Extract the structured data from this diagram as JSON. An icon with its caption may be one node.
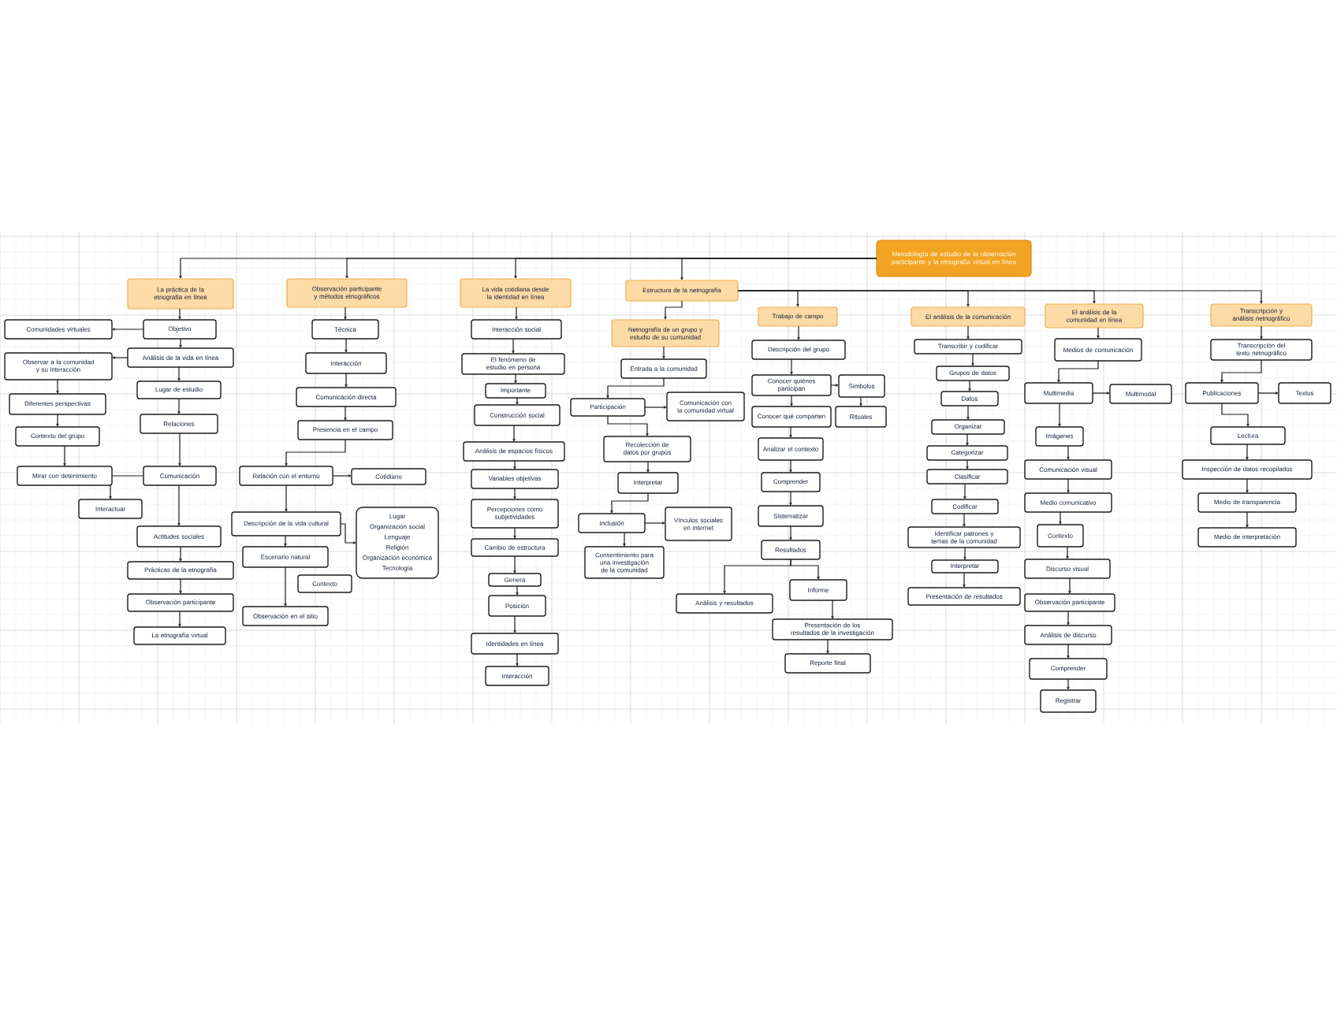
{
  "diagram": {
    "nodes": [
      {
        "text": [
          "Metodología de estudio de la observación participante y la etnografía virtual en línea"
        ]
      },
      {
        "text": [
          "La práctica de la etnografía en línea"
        ]
      },
      {
        "text": [
          "Objetivo"
        ]
      },
      {
        "text": [
          "Comunidades virtuales"
        ]
      },
      {
        "text": [
          "Análisis de la vida en línea"
        ]
      },
      {
        "text": [
          "Observar a la comunidad y su interacción"
        ]
      },
      {
        "text": [
          "Diferentes perspectivas"
        ]
      },
      {
        "text": [
          "Contexto del grupo"
        ]
      },
      {
        "text": [
          "Mirar con detenimiento"
        ]
      },
      {
        "text": [
          "Interactuar"
        ]
      },
      {
        "text": [
          "Lugar de estudio"
        ]
      },
      {
        "text": [
          "Relaciones"
        ]
      },
      {
        "text": [
          "Comunicación"
        ]
      },
      {
        "text": [
          "Actitudes sociales"
        ]
      },
      {
        "text": [
          "Prácticas de la etnografía"
        ]
      },
      {
        "text": [
          "Observación participante"
        ]
      },
      {
        "text": [
          "La etnografía virtual"
        ]
      },
      {
        "text": [
          "Observación participante y métodos etnográficos"
        ]
      },
      {
        "text": [
          "Técnica"
        ]
      },
      {
        "text": [
          "Interacción"
        ]
      },
      {
        "text": [
          "Comunicación directa"
        ]
      },
      {
        "text": [
          "Presencia en el campo"
        ]
      },
      {
        "text": [
          "Relación con el entorno"
        ]
      },
      {
        "text": [
          "Cotidiano"
        ]
      },
      {
        "text": [
          "Descripción de la vida cultural"
        ]
      },
      {
        "text": [
          "Lugar",
          "Organización social",
          "Lenguaje",
          "Religión",
          "Organización económica",
          "Tecnología"
        ]
      },
      {
        "text": [
          "Escenario natural"
        ]
      },
      {
        "text": [
          "Contexto"
        ]
      },
      {
        "text": [
          "Observación en el sitio"
        ]
      },
      {
        "text": [
          "La vida cotidiana desde la identidad en línea"
        ]
      },
      {
        "text": [
          "Interacción social"
        ]
      },
      {
        "text": [
          "El fenómeno de estudio en persona"
        ]
      },
      {
        "text": [
          "Importante"
        ]
      },
      {
        "text": [
          "Construcción social"
        ]
      },
      {
        "text": [
          "Análisis de espacios físicos"
        ]
      },
      {
        "text": [
          "Variables objetivas"
        ]
      },
      {
        "text": [
          "Percepciones como subjetividades"
        ]
      },
      {
        "text": [
          "Cambio de estructura"
        ]
      },
      {
        "text": [
          "Genera"
        ]
      },
      {
        "text": [
          "Posición"
        ]
      },
      {
        "text": [
          "Identidades en línea"
        ]
      },
      {
        "text": [
          "Interacción"
        ]
      },
      {
        "text": [
          "Estructura de la netnografía"
        ]
      },
      {
        "text": [
          "Netnografía de un grupo y estudio de su comunidad"
        ]
      },
      {
        "text": [
          "Entrada a la comunidad"
        ]
      },
      {
        "text": [
          "Participación"
        ]
      },
      {
        "text": [
          "Comunicación con la comunidad virtual"
        ]
      },
      {
        "text": [
          "Recolección de datos por grupos"
        ]
      },
      {
        "text": [
          "Interpretar"
        ]
      },
      {
        "text": [
          "Inclusión"
        ]
      },
      {
        "text": [
          "Vínculos sociales en internet"
        ]
      },
      {
        "text": [
          "Consentimiento para una investigación de la comunidad"
        ]
      },
      {
        "text": [
          "Trabajo de campo"
        ]
      },
      {
        "text": [
          "Descripción del grupo"
        ]
      },
      {
        "text": [
          "Conocer quiénes participan"
        ]
      },
      {
        "text": [
          "Símbolos"
        ]
      },
      {
        "text": [
          "Conocer qué comparten"
        ]
      },
      {
        "text": [
          "Rituales"
        ]
      },
      {
        "text": [
          "Analizar el contexto"
        ]
      },
      {
        "text": [
          "Comprender"
        ]
      },
      {
        "text": [
          "Sistematizar"
        ]
      },
      {
        "text": [
          "Resultados"
        ]
      },
      {
        "text": [
          "Análisis y resultados"
        ]
      },
      {
        "text": [
          "Informe"
        ]
      },
      {
        "text": [
          "Presentación de los resultados de la investigación"
        ]
      },
      {
        "text": [
          "Reporte final"
        ]
      },
      {
        "text": [
          "El análisis de la comunicación"
        ]
      },
      {
        "text": [
          "Transcribir y codificar"
        ]
      },
      {
        "text": [
          "Grupos de datos"
        ]
      },
      {
        "text": [
          "Datos"
        ]
      },
      {
        "text": [
          "Organizar"
        ]
      },
      {
        "text": [
          "Categorizar"
        ]
      },
      {
        "text": [
          "Clasificar"
        ]
      },
      {
        "text": [
          "Codificar"
        ]
      },
      {
        "text": [
          "Identificar patrones y temas de la comunidad"
        ]
      },
      {
        "text": [
          "Interpretar"
        ]
      },
      {
        "text": [
          "Presentación de resultados"
        ]
      },
      {
        "text": [
          "El análisis de la comunidad en línea"
        ]
      },
      {
        "text": [
          "Medios de comunicación"
        ]
      },
      {
        "text": [
          "Multimedia"
        ]
      },
      {
        "text": [
          "Multimodal"
        ]
      },
      {
        "text": [
          "Imágenes"
        ]
      },
      {
        "text": [
          "Comunicación visual"
        ]
      },
      {
        "text": [
          "Medio comunicativo"
        ]
      },
      {
        "text": [
          "Contexto"
        ]
      },
      {
        "text": [
          "Discurso visual"
        ]
      },
      {
        "text": [
          "Observación participante"
        ]
      },
      {
        "text": [
          "Análisis de discurso"
        ]
      },
      {
        "text": [
          "Comprender"
        ]
      },
      {
        "text": [
          "Registrar"
        ]
      },
      {
        "text": [
          "Transcripción y análisis netnográfico"
        ]
      },
      {
        "text": [
          "Transcripción del texto netnográfico"
        ]
      },
      {
        "text": [
          "Publicaciones"
        ]
      },
      {
        "text": [
          "Textos"
        ]
      },
      {
        "text": [
          "Lectura"
        ]
      },
      {
        "text": [
          "Inspección de datos recopilados"
        ]
      },
      {
        "text": [
          "Medio de transparencia"
        ]
      },
      {
        "text": [
          "Medio de interpretación"
        ]
      }
    ],
    "edges": [
      {
        "from": 0,
        "to": 1,
        "arrow": "to"
      },
      {
        "from": 0,
        "to": 17,
        "arrow": "to"
      },
      {
        "from": 0,
        "to": 29,
        "arrow": "to"
      },
      {
        "from": 0,
        "to": 42,
        "arrow": "to"
      },
      {
        "from": 1,
        "to": 2,
        "arrow": "to"
      },
      {
        "from": 2,
        "to": 3,
        "arrow": "to"
      },
      {
        "from": 2,
        "to": 4,
        "arrow": "to"
      },
      {
        "from": 4,
        "to": 5,
        "arrow": "to"
      },
      {
        "from": 5,
        "to": 6,
        "arrow": "to"
      },
      {
        "from": 6,
        "to": 7,
        "arrow": "to"
      },
      {
        "from": 7,
        "to": 8,
        "arrow": "to"
      },
      {
        "from": 8,
        "to": 9,
        "arrow": "to"
      },
      {
        "from": 4,
        "to": 10,
        "arrow": "to"
      },
      {
        "from": 10,
        "to": 11,
        "arrow": "to"
      },
      {
        "from": 11,
        "to": 12,
        "arrow": "to"
      },
      {
        "from": 12,
        "to": 8,
        "arrow": "none"
      },
      {
        "from": 12,
        "to": 13,
        "arrow": "to"
      },
      {
        "from": 13,
        "to": 14,
        "arrow": "to"
      },
      {
        "from": 14,
        "to": 15,
        "arrow": "to"
      },
      {
        "from": 15,
        "to": 16,
        "arrow": "to"
      },
      {
        "from": 17,
        "to": 18,
        "arrow": "to"
      },
      {
        "from": 18,
        "to": 19,
        "arrow": "to"
      },
      {
        "from": 19,
        "to": 20,
        "arrow": "to"
      },
      {
        "from": 20,
        "to": 21,
        "arrow": "to"
      },
      {
        "from": 21,
        "to": 22,
        "arrow": "to"
      },
      {
        "from": 22,
        "to": 23,
        "arrow": "to"
      },
      {
        "from": 22,
        "to": 24,
        "arrow": "to"
      },
      {
        "from": 24,
        "to": 25,
        "arrow": "to"
      },
      {
        "from": 24,
        "to": 26,
        "arrow": "to"
      },
      {
        "from": 26,
        "to": 28,
        "arrow": "to"
      },
      {
        "from": 29,
        "to": 30,
        "arrow": "to"
      },
      {
        "from": 30,
        "to": 31,
        "arrow": "to"
      },
      {
        "from": 31,
        "to": 32,
        "arrow": "to"
      },
      {
        "from": 32,
        "to": 33,
        "arrow": "to"
      },
      {
        "from": 33,
        "to": 34,
        "arrow": "to"
      },
      {
        "from": 34,
        "to": 35,
        "arrow": "to"
      },
      {
        "from": 35,
        "to": 36,
        "arrow": "to"
      },
      {
        "from": 36,
        "to": 37,
        "arrow": "to"
      },
      {
        "from": 37,
        "to": 38,
        "arrow": "to"
      },
      {
        "from": 38,
        "to": 39,
        "arrow": "to"
      },
      {
        "from": 39,
        "to": 40,
        "arrow": "to"
      },
      {
        "from": 40,
        "to": 41,
        "arrow": "to"
      },
      {
        "from": 42,
        "to": 43,
        "arrow": "to"
      },
      {
        "from": 43,
        "to": 44,
        "arrow": "to"
      },
      {
        "from": 44,
        "to": 45,
        "arrow": "to"
      },
      {
        "from": 45,
        "to": 46,
        "arrow": "to"
      },
      {
        "from": 45,
        "to": 47,
        "arrow": "to"
      },
      {
        "from": 47,
        "to": 48,
        "arrow": "to"
      },
      {
        "from": 48,
        "to": 49,
        "arrow": "to"
      },
      {
        "from": 49,
        "to": 50,
        "arrow": "to"
      },
      {
        "from": 49,
        "to": 51,
        "arrow": "to"
      },
      {
        "from": 42,
        "to": 52,
        "arrow": "to"
      },
      {
        "from": 42,
        "to": 66,
        "arrow": "to"
      },
      {
        "from": 42,
        "to": 77,
        "arrow": "to"
      },
      {
        "from": 42,
        "to": 90,
        "arrow": "to"
      },
      {
        "from": 52,
        "to": 53,
        "arrow": "to"
      },
      {
        "from": 53,
        "to": 54,
        "arrow": "to"
      },
      {
        "from": 54,
        "to": 55,
        "arrow": "to"
      },
      {
        "from": 55,
        "to": 57,
        "arrow": "to"
      },
      {
        "from": 54,
        "to": 56,
        "arrow": "to"
      },
      {
        "from": 56,
        "to": 58,
        "arrow": "to"
      },
      {
        "from": 58,
        "to": 59,
        "arrow": "to"
      },
      {
        "from": 59,
        "to": 60,
        "arrow": "to"
      },
      {
        "from": 60,
        "to": 61,
        "arrow": "to"
      },
      {
        "from": 61,
        "to": 62,
        "arrow": "to"
      },
      {
        "from": 61,
        "to": 63,
        "arrow": "to"
      },
      {
        "from": 63,
        "to": 64,
        "arrow": "to"
      },
      {
        "from": 64,
        "to": 65,
        "arrow": "to"
      },
      {
        "from": 66,
        "to": 67,
        "arrow": "to"
      },
      {
        "from": 67,
        "to": 68,
        "arrow": "to"
      },
      {
        "from": 68,
        "to": 69,
        "arrow": "to"
      },
      {
        "from": 69,
        "to": 70,
        "arrow": "to"
      },
      {
        "from": 70,
        "to": 71,
        "arrow": "to"
      },
      {
        "from": 71,
        "to": 72,
        "arrow": "to"
      },
      {
        "from": 72,
        "to": 73,
        "arrow": "to"
      },
      {
        "from": 73,
        "to": 74,
        "arrow": "to"
      },
      {
        "from": 74,
        "to": 75,
        "arrow": "to"
      },
      {
        "from": 75,
        "to": 76,
        "arrow": "to"
      },
      {
        "from": 77,
        "to": 78,
        "arrow": "to"
      },
      {
        "from": 78,
        "to": 79,
        "arrow": "to"
      },
      {
        "from": 79,
        "to": 80,
        "arrow": "to"
      },
      {
        "from": 79,
        "to": 81,
        "arrow": "to"
      },
      {
        "from": 81,
        "to": 82,
        "arrow": "to"
      },
      {
        "from": 82,
        "to": 83,
        "arrow": "to"
      },
      {
        "from": 83,
        "to": 84,
        "arrow": "to"
      },
      {
        "from": 84,
        "to": 85,
        "arrow": "to"
      },
      {
        "from": 85,
        "to": 86,
        "arrow": "to"
      },
      {
        "from": 86,
        "to": 87,
        "arrow": "to"
      },
      {
        "from": 87,
        "to": 88,
        "arrow": "to"
      },
      {
        "from": 88,
        "to": 89,
        "arrow": "to"
      },
      {
        "from": 90,
        "to": 91,
        "arrow": "to"
      },
      {
        "from": 91,
        "to": 92,
        "arrow": "to"
      },
      {
        "from": 92,
        "to": 93,
        "arrow": "to"
      },
      {
        "from": 92,
        "to": 94,
        "arrow": "to"
      },
      {
        "from": 94,
        "to": 95,
        "arrow": "to"
      },
      {
        "from": 95,
        "to": 96,
        "arrow": "to"
      },
      {
        "from": 96,
        "to": 97,
        "arrow": "to"
      }
    ]
  }
}
